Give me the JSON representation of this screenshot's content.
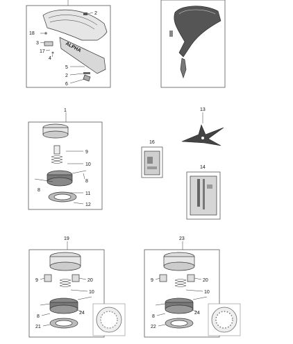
{
  "diagram": {
    "callouts": {
      "p1": "1",
      "p2a": "2",
      "p2b": "2",
      "p3": "3",
      "p4": "4",
      "p5": "5",
      "p6": "6",
      "p17": "17",
      "p18": "18",
      "p9a": "9",
      "p10a": "10",
      "p8a": "8",
      "p8b": "8",
      "p11": "11",
      "p12": "12",
      "p13": "13",
      "p14": "14",
      "p16": "16",
      "p19": "19",
      "p9b": "9",
      "p20a": "20",
      "p10b": "10",
      "p8c": "8",
      "p24a": "24",
      "p21": "21",
      "p23": "23",
      "p9c": "9",
      "p20b": "20",
      "p10c": "10",
      "p8d": "8",
      "p24b": "24",
      "p22": "22"
    },
    "guard_brand_text": "ALPHA",
    "colors": {
      "line": "#333333",
      "box": "#555555",
      "part_fill": "#e6e6e6",
      "dark": "#555555"
    }
  }
}
